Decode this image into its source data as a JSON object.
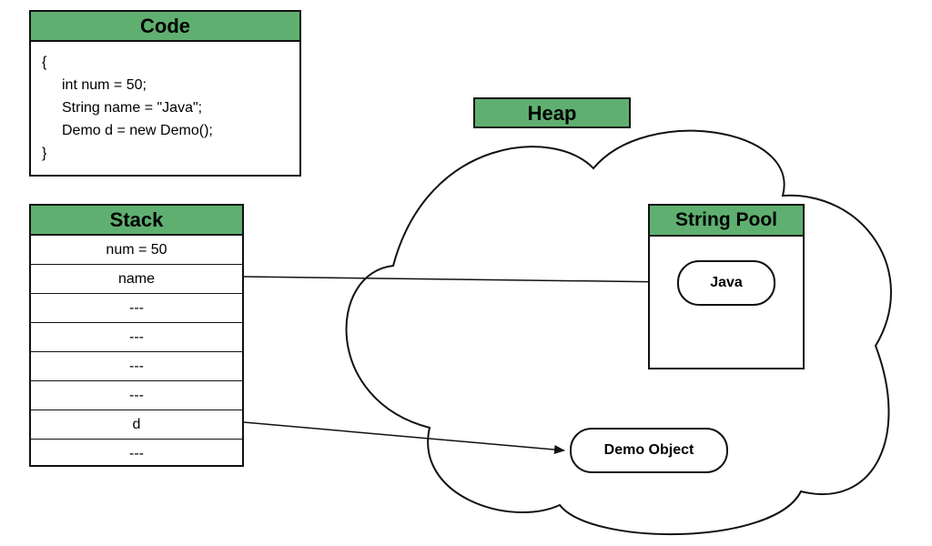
{
  "code": {
    "title": "Code",
    "lines": [
      "{",
      "int num = 50;",
      "String name = \"Java\";",
      "Demo d = new Demo();",
      "}"
    ]
  },
  "stack": {
    "title": "Stack",
    "cells": [
      "num = 50",
      "name",
      "---",
      "---",
      "---",
      "---",
      "d",
      "---"
    ]
  },
  "heap": {
    "title": "Heap"
  },
  "string_pool": {
    "title": "String Pool",
    "item": "Java"
  },
  "demo_object": {
    "label": "Demo Object"
  },
  "colors": {
    "header_green": "#5fb070",
    "border": "#111111"
  }
}
